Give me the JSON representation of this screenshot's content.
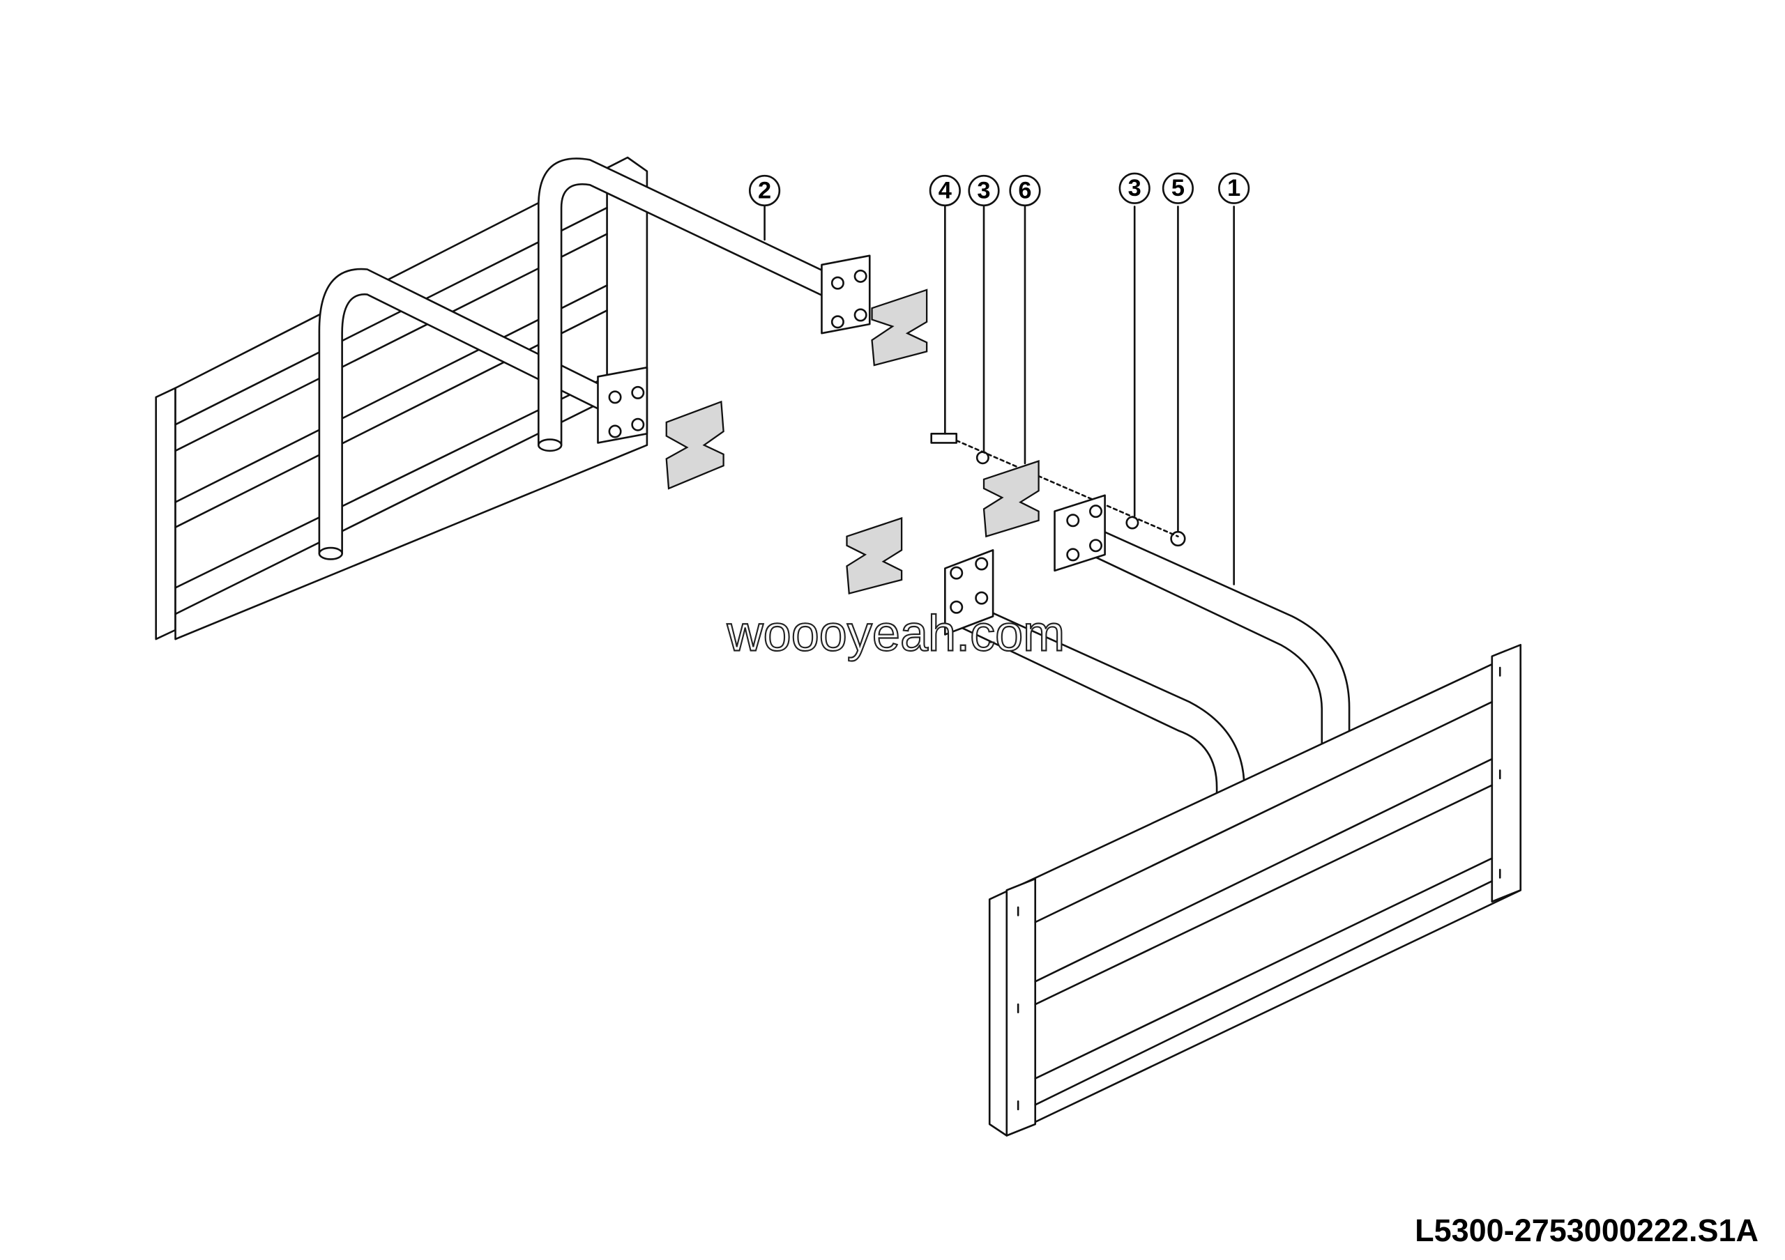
{
  "drawing": {
    "drawing_number": "L5300-2753000222.S1A",
    "watermark": "woooyeah.com",
    "callouts": [
      {
        "label": "2"
      },
      {
        "label": "4"
      },
      {
        "label": "3"
      },
      {
        "label": "6"
      },
      {
        "label": "3"
      },
      {
        "label": "5"
      },
      {
        "label": "1"
      }
    ]
  }
}
